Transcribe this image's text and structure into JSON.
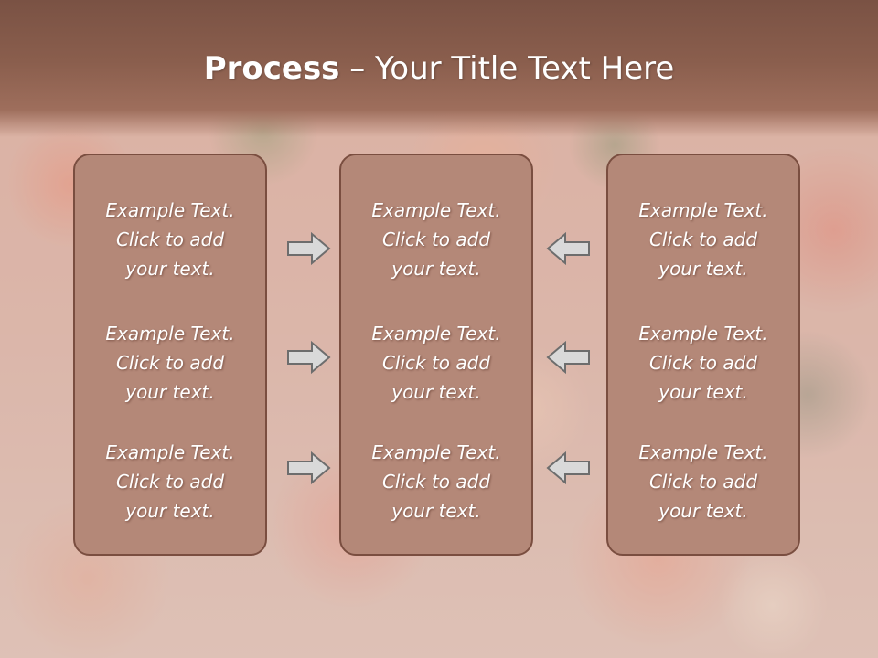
{
  "slide": {
    "title_strong": "Process",
    "title_rest": " – Your Title Text Here"
  },
  "columns": [
    {
      "items": [
        {
          "line1": "Example Text.",
          "line2": "Click  to add",
          "line3": "your text."
        },
        {
          "line1": "Example Text.",
          "line2": "Click  to add",
          "line3": "your text."
        },
        {
          "line1": "Example Text.",
          "line2": "Click  to add",
          "line3": "your text."
        }
      ]
    },
    {
      "items": [
        {
          "line1": "Example Text.",
          "line2": "Click  to add",
          "line3": "your text."
        },
        {
          "line1": "Example Text.",
          "line2": "Click  to add",
          "line3": "your text."
        },
        {
          "line1": "Example Text.",
          "line2": "Click  to add",
          "line3": "your text."
        }
      ]
    },
    {
      "items": [
        {
          "line1": "Example Text.",
          "line2": "Click  to add",
          "line3": "your text."
        },
        {
          "line1": "Example Text.",
          "line2": "Click  to add",
          "line3": "your text."
        },
        {
          "line1": "Example Text.",
          "line2": "Click  to add",
          "line3": "your text."
        }
      ]
    }
  ],
  "arrows": {
    "left_group": "arrow-right-icon",
    "right_group": "arrow-left-icon"
  },
  "colors": {
    "header": "#8a5e4d",
    "box_fill": "#b48878",
    "box_border": "#7a4e40",
    "text": "#ffffff"
  }
}
